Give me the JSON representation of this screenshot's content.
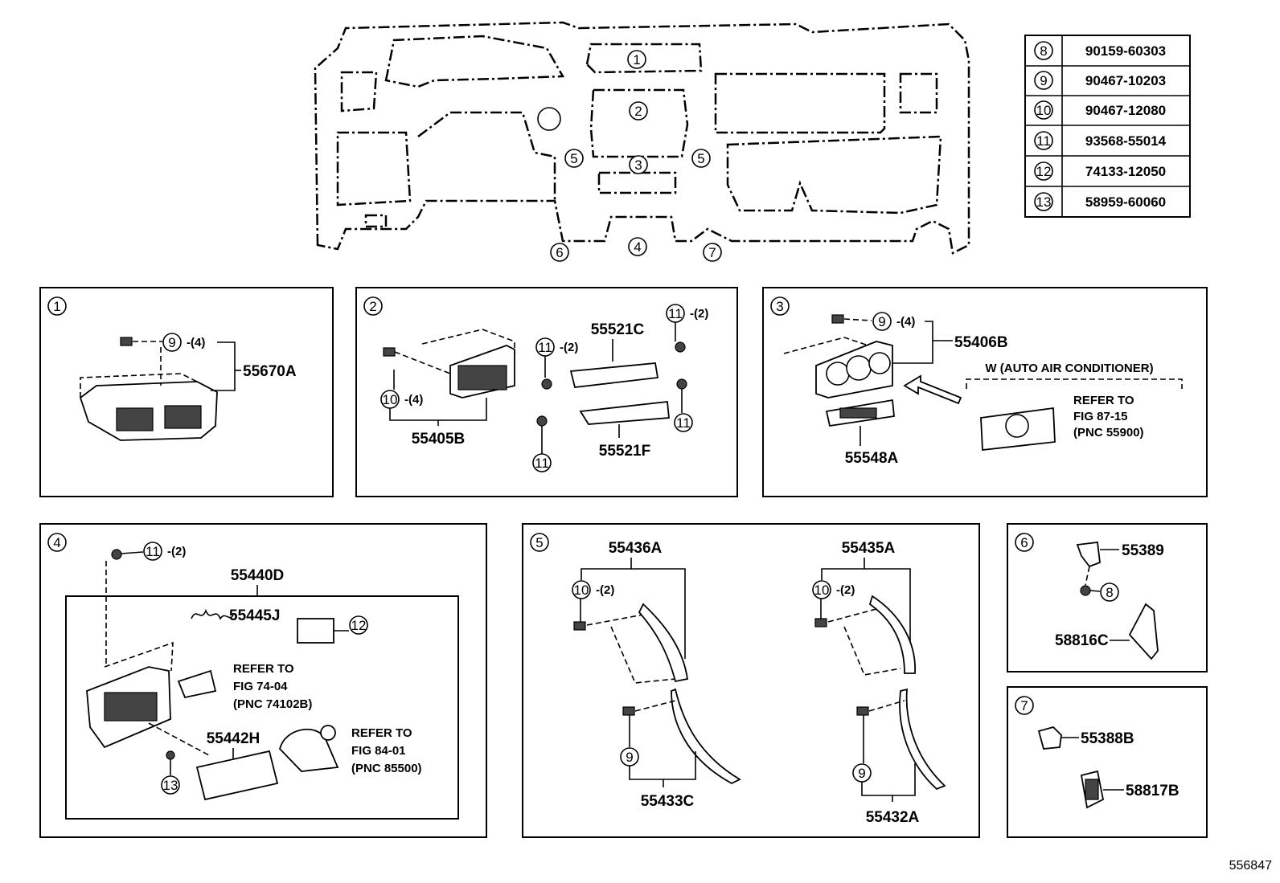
{
  "diagram_id": "556847",
  "table": [
    {
      "ref": "8",
      "part": "90159-60303"
    },
    {
      "ref": "9",
      "part": "90467-10203"
    },
    {
      "ref": "10",
      "part": "90467-12080"
    },
    {
      "ref": "11",
      "part": "93568-55014"
    },
    {
      "ref": "12",
      "part": "74133-12050"
    },
    {
      "ref": "13",
      "part": "58959-60060"
    }
  ],
  "overview_markers": [
    "1",
    "2",
    "3",
    "4",
    "5",
    "5",
    "6",
    "7"
  ],
  "panels": {
    "p1": {
      "number": "1",
      "qty_9": "-(4)",
      "part": "55670A"
    },
    "p2": {
      "number": "2",
      "qty_10": "-(4)",
      "part_bracket": "55405B",
      "part_c": "55521C",
      "part_f": "55521F",
      "qty_11a": "-(2)",
      "qty_11b": "-(2)"
    },
    "p3": {
      "number": "3",
      "qty_9": "-(4)",
      "part": "55406B",
      "part_lower": "55548A",
      "variant": "W (AUTO AIR CONDITIONER)",
      "refer": [
        "REFER TO",
        "FIG 87-15",
        "(PNC 55900)"
      ]
    },
    "p4": {
      "number": "4",
      "qty_11": "-(2)",
      "part_main": "55440D",
      "part_spring": "55445J",
      "part_lid": "55442H",
      "refer_a": [
        "REFER TO",
        "FIG 74-04",
        "(PNC 74102B)"
      ],
      "refer_b": [
        "REFER TO",
        "FIG 84-01",
        "(PNC 85500)"
      ]
    },
    "p5": {
      "number": "5",
      "part_ul": "55436A",
      "part_ur": "55435A",
      "part_ll": "55433C",
      "part_lr": "55432A",
      "qty_10a": "-(2)",
      "qty_10b": "-(2)"
    },
    "p6": {
      "number": "6",
      "part_a": "55389",
      "part_b": "58816C"
    },
    "p7": {
      "number": "7",
      "part_a": "55388B",
      "part_b": "58817B"
    }
  },
  "circled_refs": {
    "r8": "8",
    "r9": "9",
    "r10": "10",
    "r11": "11",
    "r12": "12",
    "r13": "13"
  }
}
